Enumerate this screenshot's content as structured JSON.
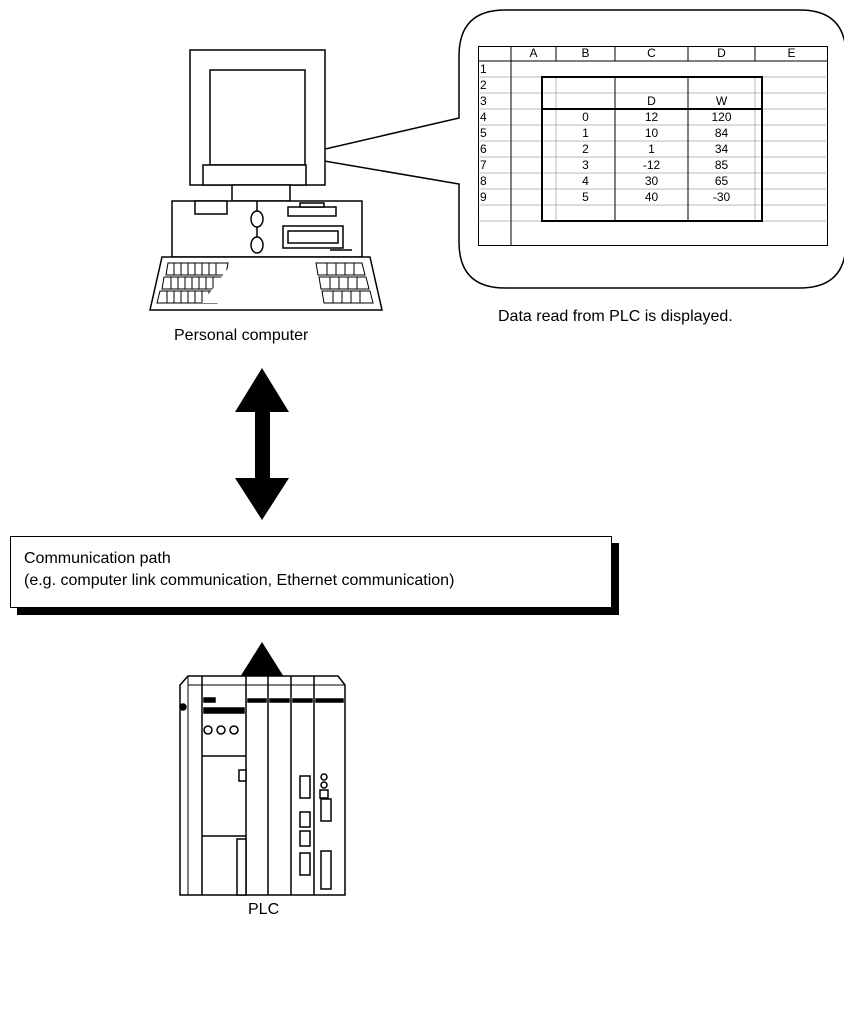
{
  "callout": {
    "caption": "Data read from PLC is displayed.",
    "spreadsheet": {
      "column_headers": [
        "A",
        "B",
        "C",
        "D",
        "E"
      ],
      "row_headers": [
        "1",
        "2",
        "3",
        "4",
        "5",
        "6",
        "7",
        "8",
        "9"
      ],
      "table_headers": [
        "D",
        "W"
      ],
      "rows": [
        [
          "0",
          "12",
          "120"
        ],
        [
          "1",
          "10",
          "84"
        ],
        [
          "2",
          "1",
          "34"
        ],
        [
          "3",
          "-12",
          "85"
        ],
        [
          "4",
          "30",
          "65"
        ],
        [
          "5",
          "40",
          "-30"
        ]
      ]
    }
  },
  "computer": {
    "label": "Personal computer"
  },
  "communication": {
    "line1": "Communication path",
    "line2": "(e.g. computer link communication, Ethernet communication)"
  },
  "plc": {
    "label": "PLC"
  }
}
